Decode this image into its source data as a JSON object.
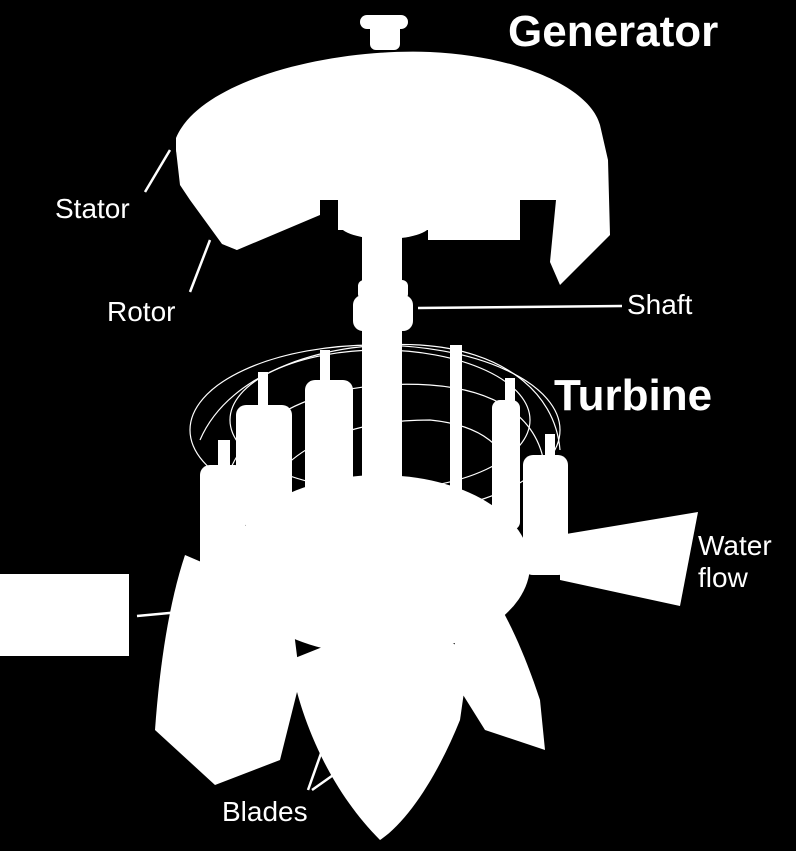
{
  "labels": {
    "generator": "Generator",
    "turbine": "Turbine",
    "stator": "Stator",
    "rotor": "Rotor",
    "shaft": "Shaft",
    "water_flow_line1": "Water",
    "water_flow_line2": "flow",
    "blades": "Blades"
  },
  "colors": {
    "background": "#000000",
    "foreground": "#ffffff"
  }
}
